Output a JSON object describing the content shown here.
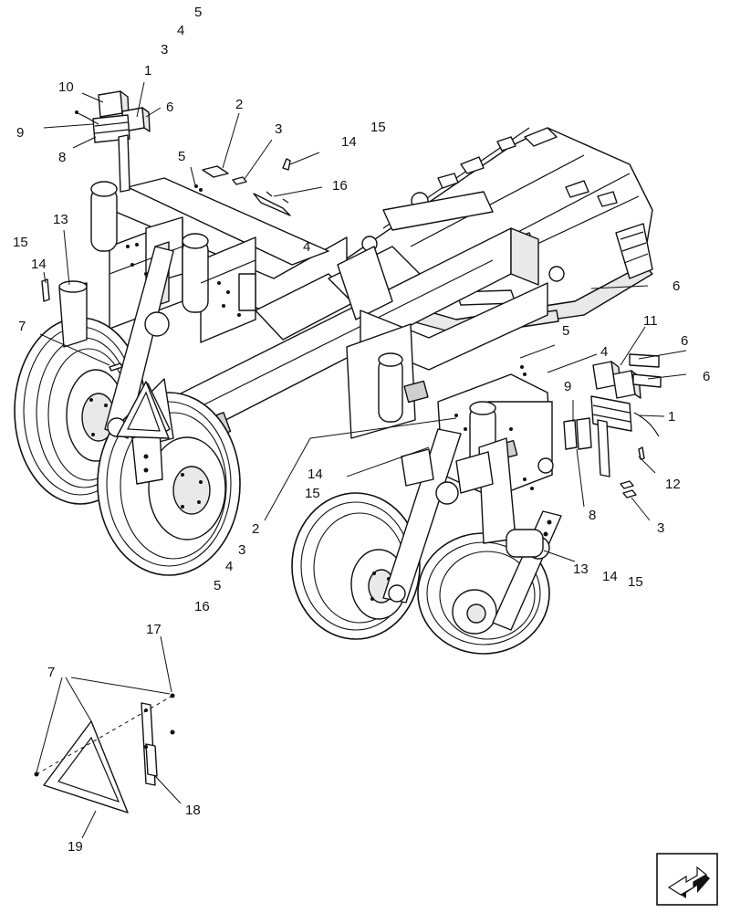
{
  "figure": {
    "callouts": [
      {
        "id": "c5a",
        "text": "5"
      },
      {
        "id": "c4a",
        "text": "4"
      },
      {
        "id": "c3a",
        "text": "3"
      },
      {
        "id": "c1a",
        "text": "1"
      },
      {
        "id": "c10",
        "text": "10"
      },
      {
        "id": "c6a",
        "text": "6"
      },
      {
        "id": "c9a",
        "text": "9"
      },
      {
        "id": "c8a",
        "text": "8"
      },
      {
        "id": "c2a",
        "text": "2"
      },
      {
        "id": "c3b",
        "text": "3"
      },
      {
        "id": "c14a",
        "text": "14"
      },
      {
        "id": "c15a",
        "text": "15"
      },
      {
        "id": "c5b",
        "text": "5"
      },
      {
        "id": "c16a",
        "text": "16"
      },
      {
        "id": "c13a",
        "text": "13"
      },
      {
        "id": "c15b",
        "text": "15"
      },
      {
        "id": "c14b",
        "text": "14"
      },
      {
        "id": "c4b",
        "text": "4"
      },
      {
        "id": "c7a",
        "text": "7"
      },
      {
        "id": "c6b",
        "text": "6"
      },
      {
        "id": "c11",
        "text": "11"
      },
      {
        "id": "c5c",
        "text": "5"
      },
      {
        "id": "c4c",
        "text": "4"
      },
      {
        "id": "c6c",
        "text": "6"
      },
      {
        "id": "c6d",
        "text": "6"
      },
      {
        "id": "c9b",
        "text": "9"
      },
      {
        "id": "c1b",
        "text": "1"
      },
      {
        "id": "c12",
        "text": "12"
      },
      {
        "id": "c8b",
        "text": "8"
      },
      {
        "id": "c3c",
        "text": "3"
      },
      {
        "id": "c14c",
        "text": "14"
      },
      {
        "id": "c15c",
        "text": "15"
      },
      {
        "id": "c2b",
        "text": "2"
      },
      {
        "id": "c3d",
        "text": "3"
      },
      {
        "id": "c4d",
        "text": "4"
      },
      {
        "id": "c5d",
        "text": "5"
      },
      {
        "id": "c16b",
        "text": "16"
      },
      {
        "id": "c13b",
        "text": "13"
      },
      {
        "id": "c14d",
        "text": "14"
      },
      {
        "id": "c15d",
        "text": "15"
      },
      {
        "id": "c17",
        "text": "17"
      },
      {
        "id": "c7b",
        "text": "7"
      },
      {
        "id": "c18",
        "text": "18"
      },
      {
        "id": "c19",
        "text": "19"
      }
    ],
    "nav_icon": "next-page-arrow-icon"
  }
}
